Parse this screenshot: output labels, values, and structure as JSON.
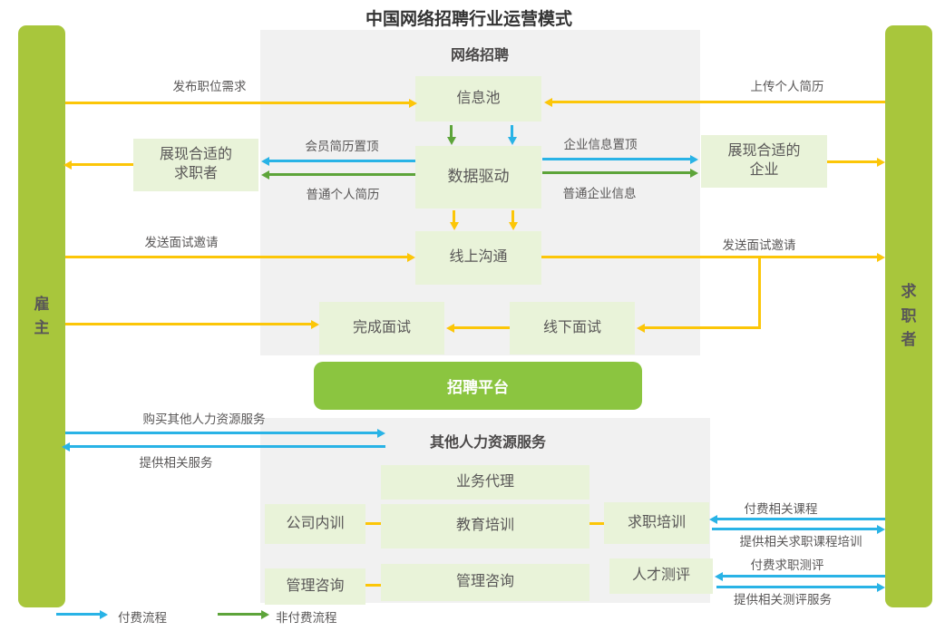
{
  "title": "中国网络招聘行业运营模式",
  "actors": {
    "employer": "雇主",
    "job_seeker": "求职者"
  },
  "recruitment_panel": {
    "header": "网络招聘",
    "boxes": {
      "info_pool": "信息池",
      "data_driven": "数据驱动",
      "online_communication": "线上沟通",
      "complete_interview": "完成面试",
      "offline_interview": "线下面试"
    }
  },
  "side_boxes": {
    "show_suitable_jobseekers": "展现合适的\n求职者",
    "show_suitable_companies": "展现合适的\n企业"
  },
  "platform_bar": "招聘平台",
  "services_panel": {
    "header": "其他人力资源服务",
    "boxes": {
      "business_agency": "业务代理",
      "company_internal_training": "公司内训",
      "education_training": "教育培训",
      "job_seeking_training": "求职培训",
      "management_consulting_left": "管理咨询",
      "management_consulting_center": "管理咨询",
      "talent_assessment": "人才测评"
    }
  },
  "flow_labels": {
    "publish_job_demand": "发布职位需求",
    "upload_resume": "上传个人简历",
    "member_resume_top": "会员简历置顶",
    "ordinary_personal_resume": "普通个人简历",
    "company_info_top": "企业信息置顶",
    "ordinary_company_info": "普通企业信息",
    "send_interview_invite_left": "发送面试邀请",
    "send_interview_invite_right": "发送面试邀请",
    "buy_other_hr_services": "购买其他人力资源服务",
    "provide_related_services": "提供相关服务",
    "pay_related_courses": "付费相关课程",
    "provide_job_course_training": "提供相关求职课程培训",
    "pay_job_assessment": "付费求职测评",
    "provide_assessment_services": "提供相关测评服务"
  },
  "legend": {
    "paid": "付费流程",
    "unpaid": "非付费流程"
  },
  "colors": {
    "actor_bar_green": "#a8c63c",
    "platform_green": "#8bc540",
    "light_box_green": "#e9f3d9",
    "panel_gray": "#f1f1f1",
    "paid_flow_blue": "#29b3e6",
    "unpaid_flow_green": "#5da43a",
    "process_yellow": "#fcc608",
    "text_gray": "#595757"
  }
}
